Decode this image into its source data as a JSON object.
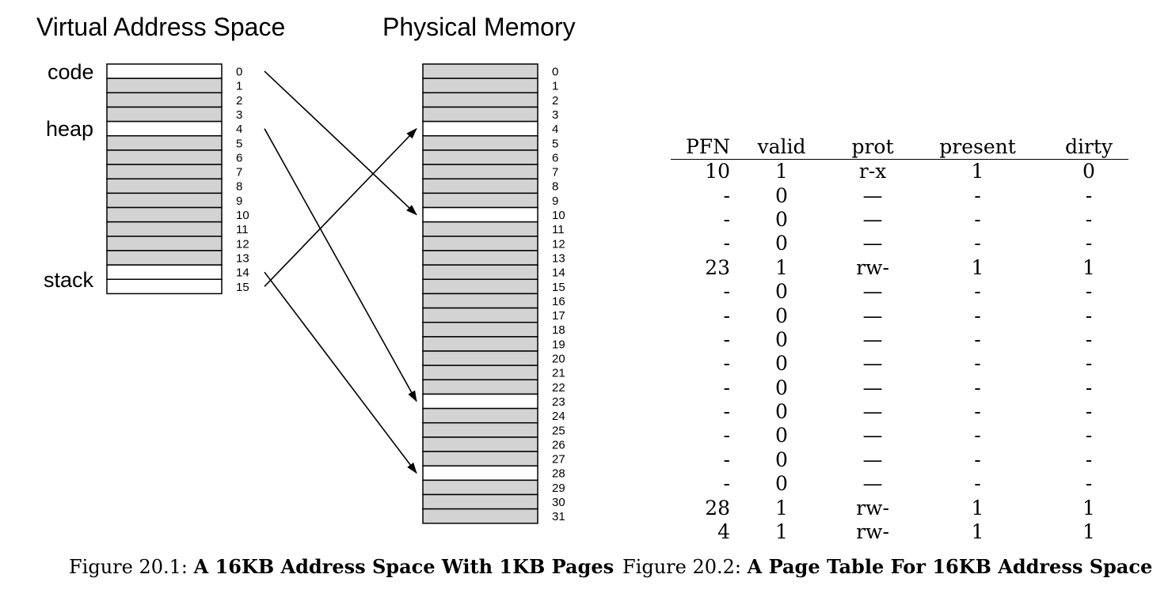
{
  "virtual": {
    "title": "Virtual Address Space",
    "page_numbers": [
      "0",
      "1",
      "2",
      "3",
      "4",
      "5",
      "6",
      "7",
      "8",
      "9",
      "10",
      "11",
      "12",
      "13",
      "14",
      "15"
    ],
    "used_pages": [
      0,
      4,
      14,
      15
    ],
    "labels": {
      "code": "code",
      "heap": "heap",
      "stack": "stack"
    }
  },
  "physical": {
    "title": "Physical Memory",
    "page_numbers": [
      "0",
      "1",
      "2",
      "3",
      "4",
      "5",
      "6",
      "7",
      "8",
      "9",
      "10",
      "11",
      "12",
      "13",
      "14",
      "15",
      "16",
      "17",
      "18",
      "19",
      "20",
      "21",
      "22",
      "23",
      "24",
      "25",
      "26",
      "27",
      "28",
      "29",
      "30",
      "31"
    ],
    "used_frames": [
      4,
      10,
      23,
      28
    ]
  },
  "mappings": [
    {
      "vpn": 0,
      "pfn": 10
    },
    {
      "vpn": 4,
      "pfn": 23
    },
    {
      "vpn": 14,
      "pfn": 28
    },
    {
      "vpn": 15,
      "pfn": 4
    }
  ],
  "page_table": {
    "headers": {
      "pfn": "PFN",
      "valid": "valid",
      "prot": "prot",
      "present": "present",
      "dirty": "dirty"
    },
    "rows": [
      {
        "pfn": "10",
        "valid": "1",
        "prot": "r-x",
        "present": "1",
        "dirty": "0"
      },
      {
        "pfn": "-",
        "valid": "0",
        "prot": "—",
        "present": "-",
        "dirty": "-"
      },
      {
        "pfn": "-",
        "valid": "0",
        "prot": "—",
        "present": "-",
        "dirty": "-"
      },
      {
        "pfn": "-",
        "valid": "0",
        "prot": "—",
        "present": "-",
        "dirty": "-"
      },
      {
        "pfn": "23",
        "valid": "1",
        "prot": "rw-",
        "present": "1",
        "dirty": "1"
      },
      {
        "pfn": "-",
        "valid": "0",
        "prot": "—",
        "present": "-",
        "dirty": "-"
      },
      {
        "pfn": "-",
        "valid": "0",
        "prot": "—",
        "present": "-",
        "dirty": "-"
      },
      {
        "pfn": "-",
        "valid": "0",
        "prot": "—",
        "present": "-",
        "dirty": "-"
      },
      {
        "pfn": "-",
        "valid": "0",
        "prot": "—",
        "present": "-",
        "dirty": "-"
      },
      {
        "pfn": "-",
        "valid": "0",
        "prot": "—",
        "present": "-",
        "dirty": "-"
      },
      {
        "pfn": "-",
        "valid": "0",
        "prot": "—",
        "present": "-",
        "dirty": "-"
      },
      {
        "pfn": "-",
        "valid": "0",
        "prot": "—",
        "present": "-",
        "dirty": "-"
      },
      {
        "pfn": "-",
        "valid": "0",
        "prot": "—",
        "present": "-",
        "dirty": "-"
      },
      {
        "pfn": "-",
        "valid": "0",
        "prot": "—",
        "present": "-",
        "dirty": "-"
      },
      {
        "pfn": "28",
        "valid": "1",
        "prot": "rw-",
        "present": "1",
        "dirty": "1"
      },
      {
        "pfn": "4",
        "valid": "1",
        "prot": "rw-",
        "present": "1",
        "dirty": "1"
      }
    ]
  },
  "captions": {
    "fig1": {
      "prefix": "Figure 20.1: ",
      "title": "A 16KB Address Space With 1KB Pages"
    },
    "fig2": {
      "prefix": "Figure 20.2: ",
      "title": "A Page Table For 16KB Address Space"
    }
  },
  "colors": {
    "used_page": "#ffffff",
    "unused_page": "#d3d3d3",
    "line": "#000000"
  }
}
